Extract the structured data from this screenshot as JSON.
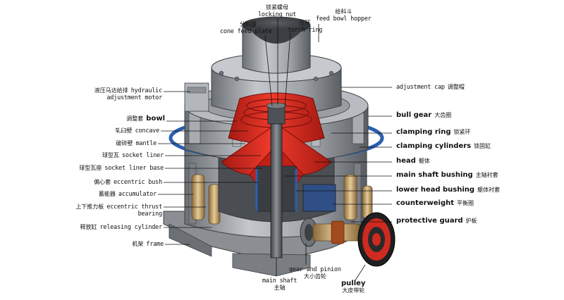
{
  "labels": {
    "locking_nut": {
      "zh": "锁紧螺母",
      "en": "locking nut"
    },
    "cone_feed_plate": {
      "zh": "分料盘",
      "en": "cone feed plate"
    },
    "torch_ring": {
      "zh": "压环",
      "en": "torch ring"
    },
    "feed_bowl_hopper": {
      "zh": "给料斗",
      "en": "feed bowl hopper"
    },
    "hydraulic_motor": {
      "zh": "液压马达给排",
      "en_line1": "hydraulic",
      "en_line2": "adjustment motor"
    },
    "bowl": {
      "zh": "调整套",
      "en": "bowl"
    },
    "concave": {
      "zh": "轧臼壁",
      "en": "concave"
    },
    "mantle": {
      "zh": "破碎壁",
      "en": "mantle"
    },
    "socket_liner": {
      "zh": "球型瓦",
      "en": "socket liner"
    },
    "socket_liner_base": {
      "zh": "球型瓦座",
      "en": "socket liner base"
    },
    "eccentric_bush": {
      "zh": "偏心套",
      "en": "eccentric bush"
    },
    "accumulator": {
      "zh": "蓄能器",
      "en": "accumulator"
    },
    "eccentric_thrust_bearing": {
      "zh": "上下推力板",
      "en_line1": "eccentric thrust",
      "en_line2": "bearing"
    },
    "releasing_cylinder": {
      "zh": "释放缸",
      "en": "releasing cylinder"
    },
    "frame": {
      "zh": "机架",
      "en": "frame"
    },
    "adjustment_cap": {
      "en": "adjustment cap",
      "zh": "调整帽"
    },
    "bull_gear": {
      "en": "bull gear",
      "zh": "大齿圈"
    },
    "clamping_ring": {
      "en": "clamping ring",
      "zh": "锁紧环"
    },
    "clamping_cylinders": {
      "en": "clamping cylinders",
      "zh": "锁固缸"
    },
    "head": {
      "en": "head",
      "zh": "躯体"
    },
    "main_shaft_bushing": {
      "en": "main shaft bushing",
      "zh": "主轴衬套"
    },
    "lower_head_bushing": {
      "en": "lower head bushing",
      "zh": "躯体衬套"
    },
    "counterweight": {
      "en": "counterweight",
      "zh": "平衡圈"
    },
    "protective_guard": {
      "en": "protective guard",
      "zh": "护板"
    },
    "main_shaft": {
      "en": "main shaft",
      "zh": "主轴"
    },
    "gear_pinion": {
      "en": "gear and pinion",
      "zh": "大小齿轮"
    },
    "pulley": {
      "en": "pulley",
      "zh": "大皮带轮"
    }
  },
  "colors": {
    "red": "#d8261c",
    "dark_red": "#a81810",
    "steel": "#9a9ea3",
    "steel_dark": "#5d6166",
    "steel_light": "#c9ccd0",
    "blue": "#2a5fb0",
    "tan": "#c9a874",
    "leader": "#111111"
  }
}
